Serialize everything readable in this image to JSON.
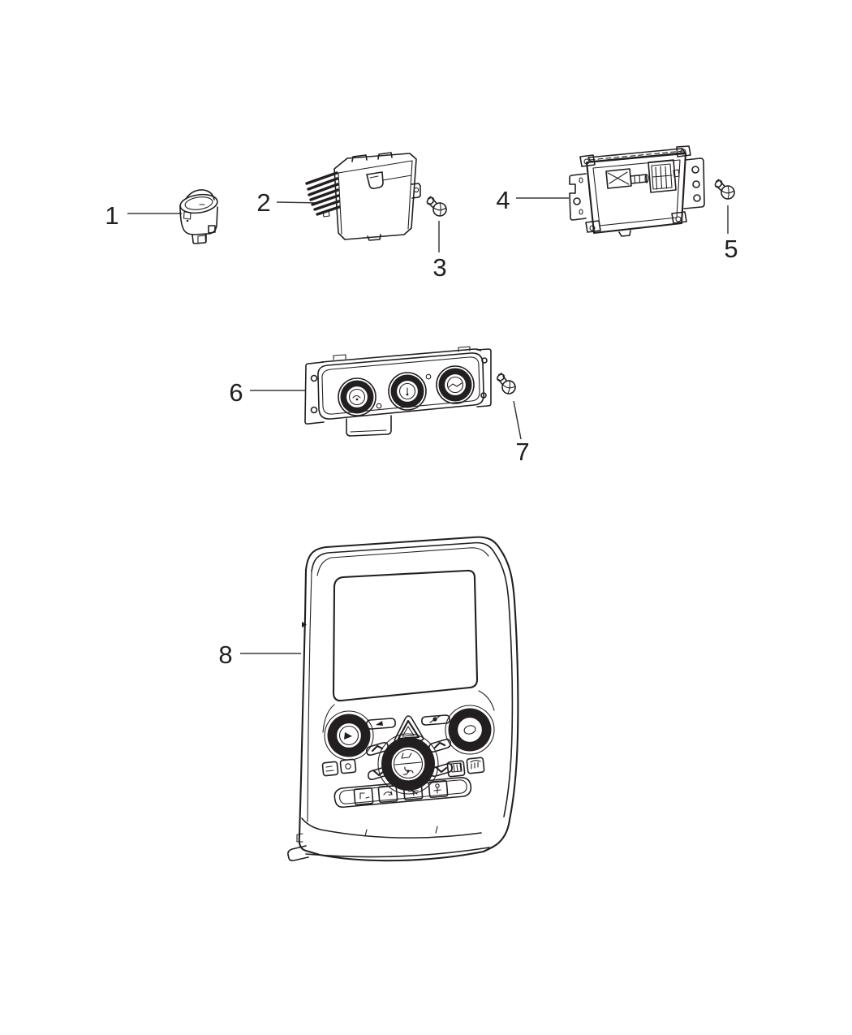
{
  "diagram": {
    "type": "exploded-parts-diagram",
    "colors": {
      "background": "#ffffff",
      "line": "#231f20"
    },
    "callouts": [
      {
        "label": "1"
      },
      {
        "label": "2"
      },
      {
        "label": "3"
      },
      {
        "label": "4"
      },
      {
        "label": "5"
      },
      {
        "label": "6"
      },
      {
        "label": "7"
      },
      {
        "label": "8"
      }
    ]
  }
}
